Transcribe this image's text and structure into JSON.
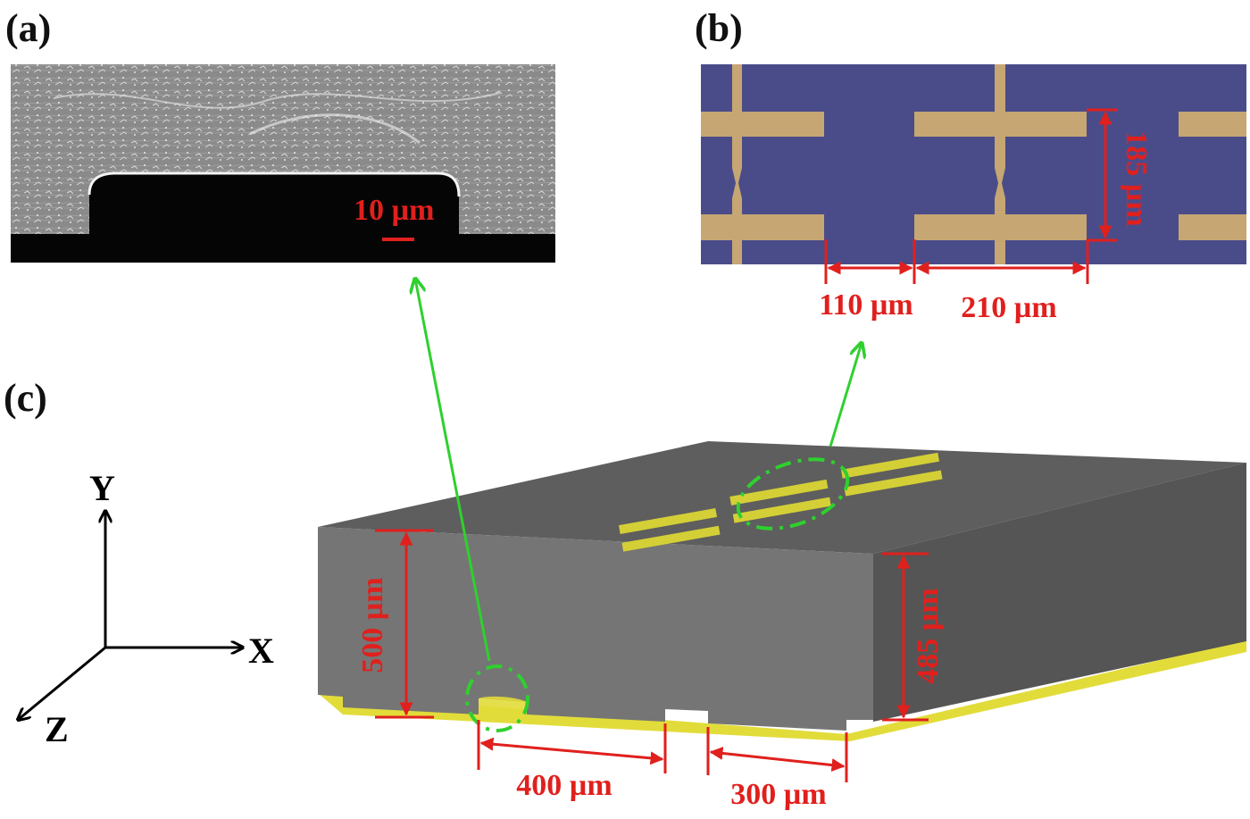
{
  "panels": {
    "a": "(a)",
    "b": "(b)",
    "c": "(c)"
  },
  "panel_a": {
    "scale_bar": "10 µm"
  },
  "panel_b": {
    "gap": "110 µm",
    "period": "210 µm",
    "height": "185 µm"
  },
  "panel_c": {
    "thickness_left": "500 µm",
    "thickness_right": "485 µm",
    "groove_pitch": "400 µm",
    "groove_spacing": "300 µm",
    "axes": {
      "y": "Y",
      "x": "X",
      "z": "Z"
    }
  },
  "colors": {
    "dimension": "#e0201d",
    "callout": "#2fd02f",
    "substrate_top": "#5e5e5e",
    "substrate_front": "#757575",
    "substrate_side": "#555555",
    "metal": "#e2dc3a",
    "sem_background": "#8a8a8a",
    "micrograph_background": "#4a4c8a",
    "micrograph_metal": "#c6a673"
  }
}
